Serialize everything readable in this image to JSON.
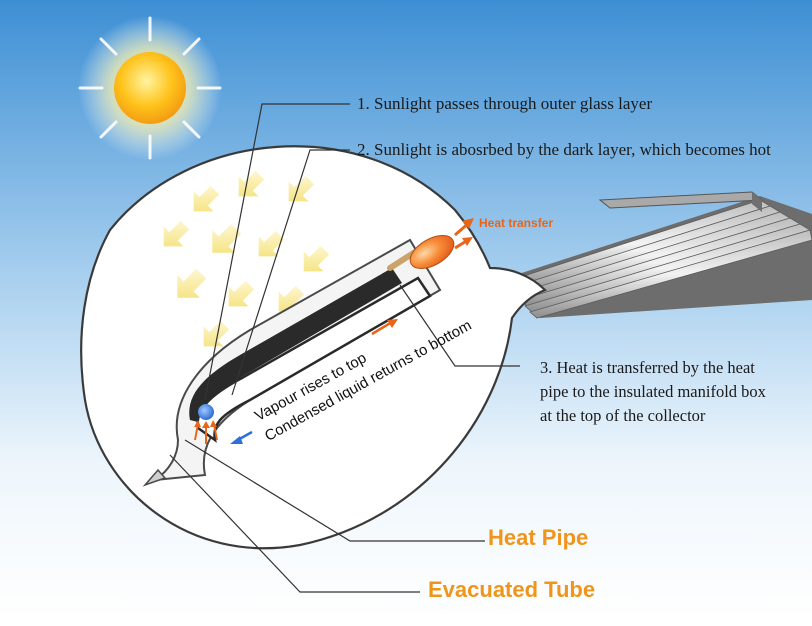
{
  "labels": {
    "step1": "1. Sunlight passes through outer glass layer",
    "step2": "2. Sunlight is abosrbed by the dark layer, which becomes hot",
    "step3_lines": [
      "3. Heat is transferred by the heat",
      "pipe to the insulated manifold box",
      "at the top of the collector"
    ],
    "heat_transfer": "Heat transfer",
    "vapour": "Vapour rises to top",
    "condensed": "Condensed liquid returns to bottom",
    "heat_pipe": "Heat Pipe",
    "evacuated_tube": "Evacuated Tube"
  },
  "colors": {
    "sky_top": "#3d8fd4",
    "sky_bottom": "#ffffff",
    "label_orange": "#f0951c",
    "heat_arrow": "#e8651a",
    "sun_core": "#ffc21a"
  }
}
